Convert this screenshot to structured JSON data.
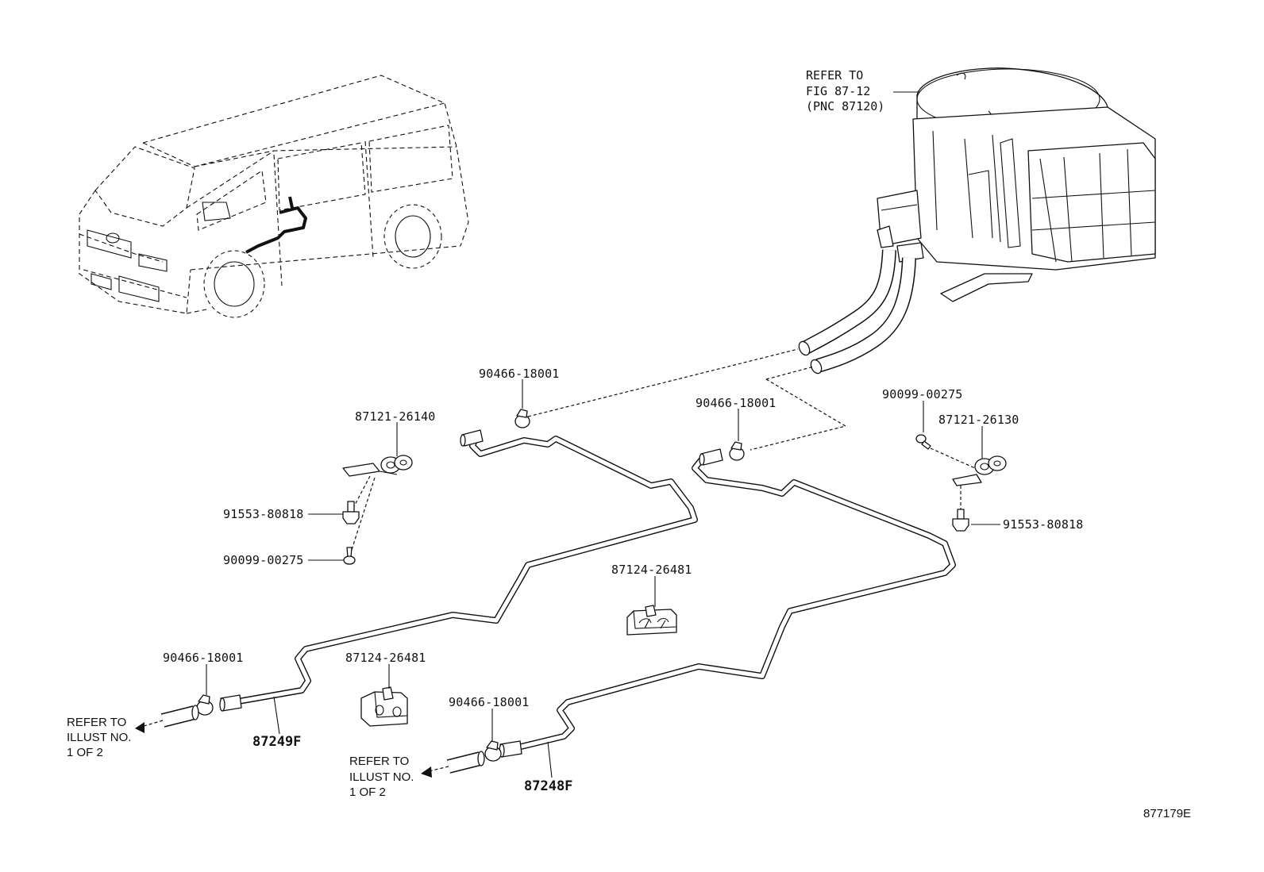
{
  "figure_code": "877179E",
  "heater_unit_ref": {
    "line1": "REFER TO",
    "line2": "FIG 87-12",
    "line3": "(PNC 87120)"
  },
  "left_ref": {
    "line1": "REFER TO",
    "line2": "ILLUST NO.",
    "line3": "1 OF 2"
  },
  "right_ref": {
    "line1": "REFER TO",
    "line2": "ILLUST NO.",
    "line3": "1 OF 2"
  },
  "parts": {
    "clamp_top_left": "90466-18001",
    "clamp_top_mid": "90466-18001",
    "clamp_bottom_left": "90466-18001",
    "clamp_bottom_mid": "90466-18001",
    "bracket_left": "87121-26140",
    "bracket_right": "87121-26130",
    "bolt_left": "91553-80818",
    "bolt_right": "91553-80818",
    "screw_left": "90099-00275",
    "screw_right": "90099-00275",
    "clip_right": "87124-26481",
    "clip_left": "87124-26481",
    "pipe_outlet": "87249F",
    "pipe_inlet": "87248F"
  }
}
